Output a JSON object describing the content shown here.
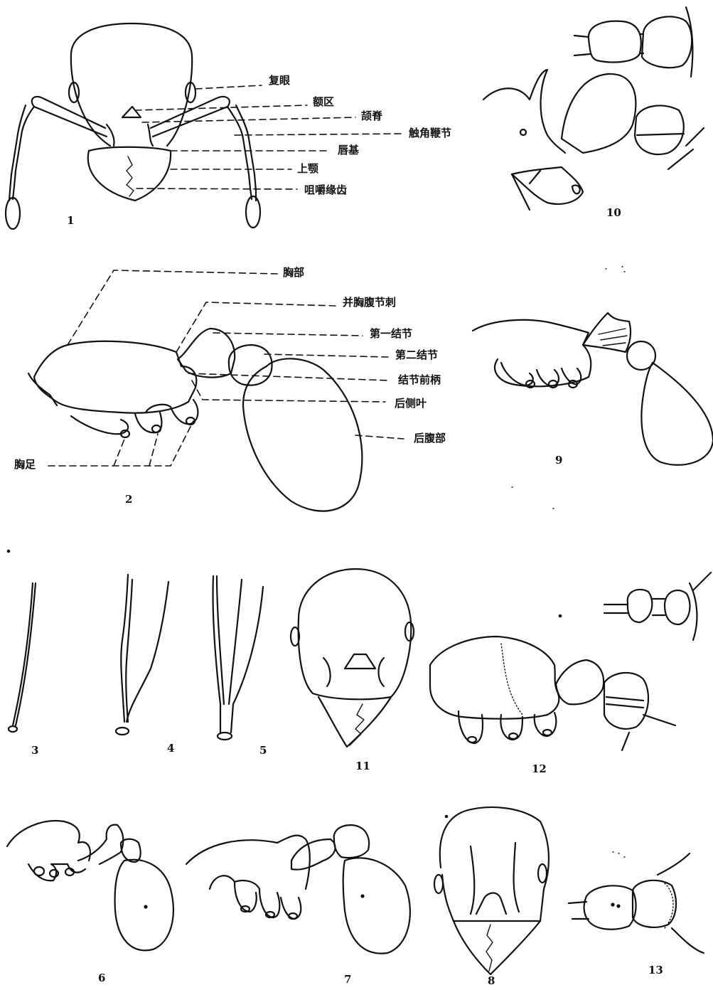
{
  "figure_numbers": [
    "1",
    "2",
    "3",
    "4",
    "5",
    "6",
    "7",
    "8",
    "9",
    "10",
    "11",
    "12",
    "13"
  ],
  "fig1_labels": {
    "compound_eye": "复眼",
    "frontal_area": "额区",
    "frontal_carina": "颉脊",
    "antennal_scape": "触角鞭节",
    "clypeus": "唇基",
    "mandible": "上颚",
    "masticatory_teeth": "咀嚼缘齿"
  },
  "fig2_labels": {
    "thorax": "胸部",
    "propodeal_spine": "并胸腹节刺",
    "first_node": "第一结节",
    "second_node": "第二结节",
    "node_petiole": "结节前柄",
    "posterior_lobe": "后侧叶",
    "gaster": "后腹部",
    "legs": "胸足"
  }
}
